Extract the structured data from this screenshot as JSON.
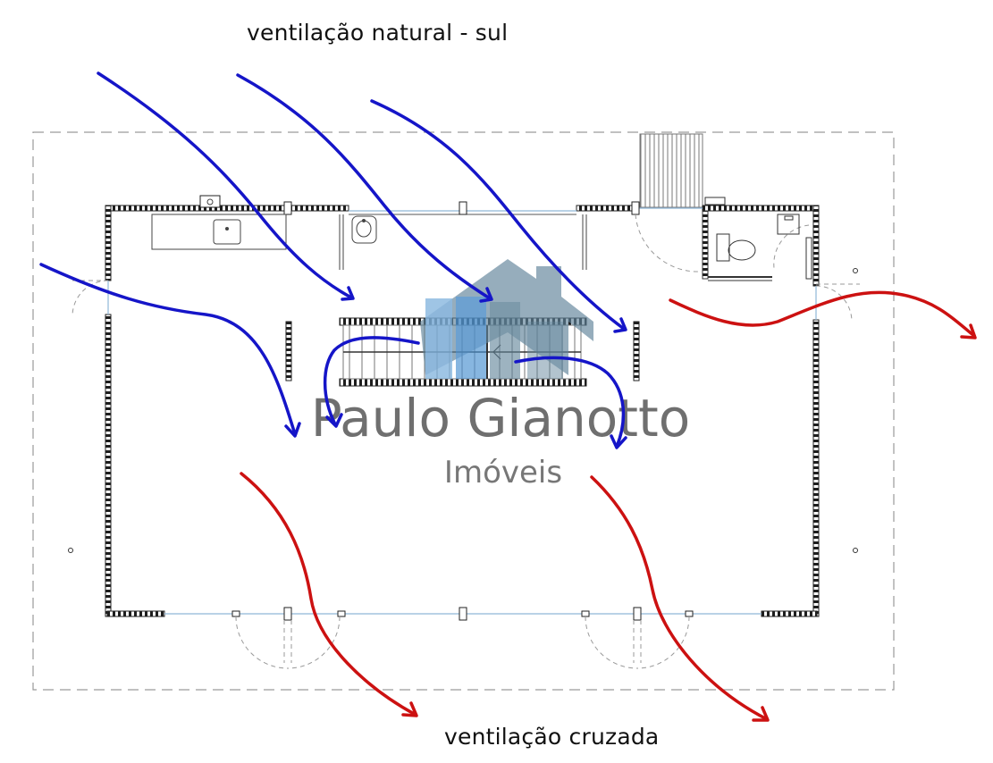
{
  "captions": {
    "top": "ventilação natural - sul",
    "bottom": "ventilação cruzada"
  },
  "watermark": {
    "name": "Paulo Gianotto",
    "subtitle": "Imóveis",
    "text_color": "#6f6f6f",
    "logo_colors": {
      "roof": "#5f8399",
      "wall_light": "#7fb2dd",
      "wall_dark": "#4a90d0"
    }
  },
  "colors": {
    "natural_ventilation_arrow": "#1515c8",
    "cross_ventilation_arrow": "#cc1111",
    "wall": "#222222",
    "lot_boundary": "#9a9a9a",
    "glazing": "#8fb6d8"
  }
}
